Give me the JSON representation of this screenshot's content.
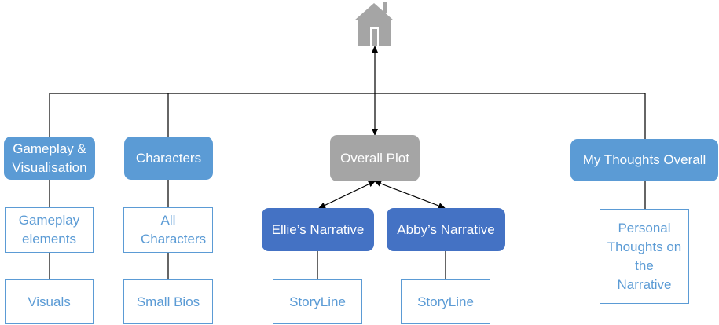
{
  "nodes": {
    "gameplay_visualisation": "Gameplay & Visualisation",
    "gameplay_elements": "Gameplay elements",
    "visuals": "Visuals",
    "characters": "Characters",
    "all_characters": "All Characters",
    "small_bios": "Small Bios",
    "overall_plot": "Overall Plot",
    "ellies_narrative": "Ellie’s Narrative",
    "ellie_storyline": "StoryLine",
    "abbys_narrative": "Abby’s Narrative",
    "abby_storyline": "StoryLine",
    "my_thoughts_overall": "My Thoughts Overall",
    "personal_thoughts": "Personal Thoughts on the Narrative"
  },
  "icons": {
    "home": "home-icon"
  },
  "colors": {
    "primary": "#5b9bd5",
    "dark": "#4472c4",
    "gray": "#a5a5a5",
    "line": "#000000",
    "home": "#a5a5a5"
  }
}
